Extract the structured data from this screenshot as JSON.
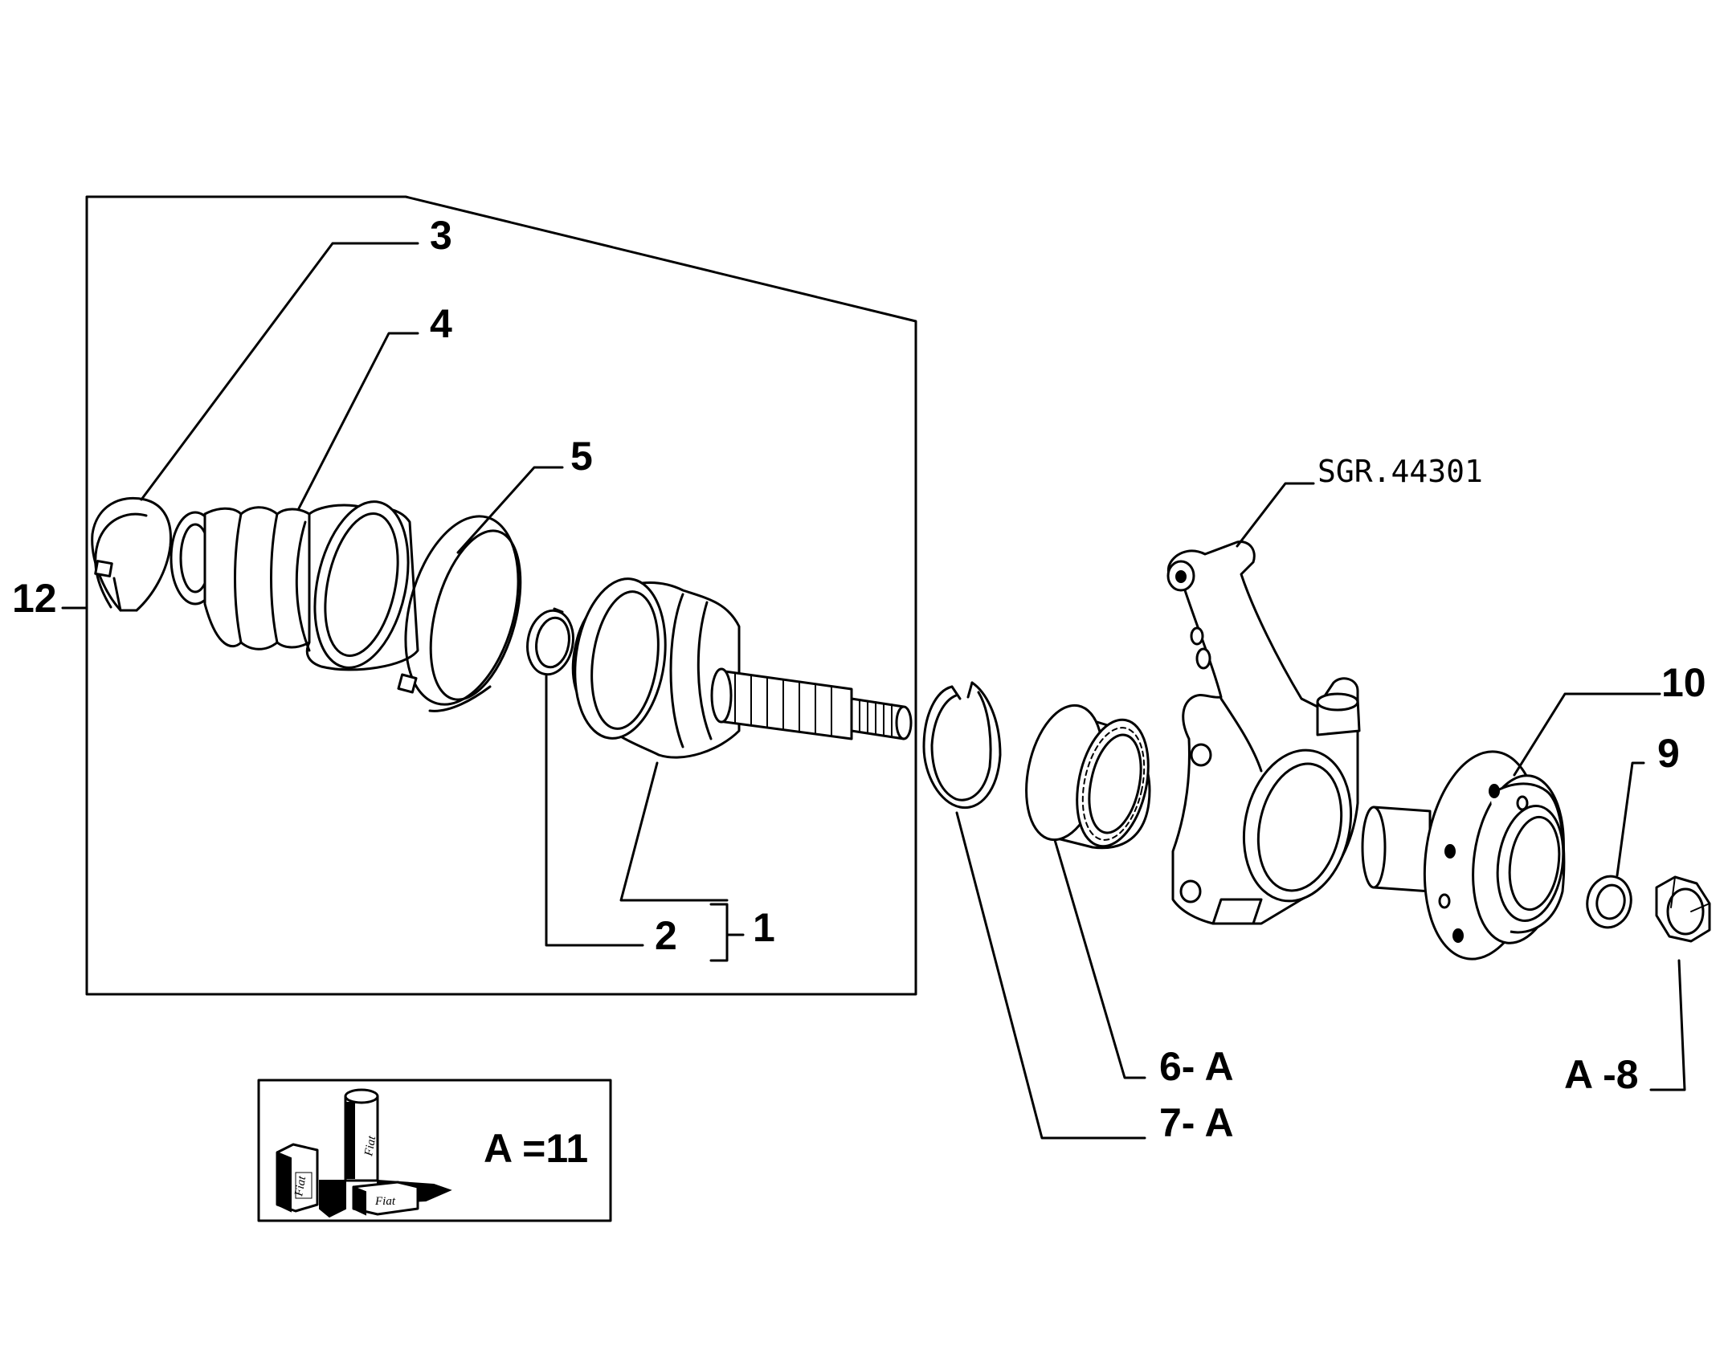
{
  "drawing_code": "SGR.44301",
  "labels": {
    "l1": "1",
    "l2": "2",
    "l3": "3",
    "l4": "4",
    "l5": "5",
    "l6": "6- A",
    "l7": "7- A",
    "l8": "A -8",
    "l9": "9",
    "l10": "10",
    "l12": "12"
  },
  "legend": {
    "text": "A =11",
    "brand": "Fiat"
  }
}
